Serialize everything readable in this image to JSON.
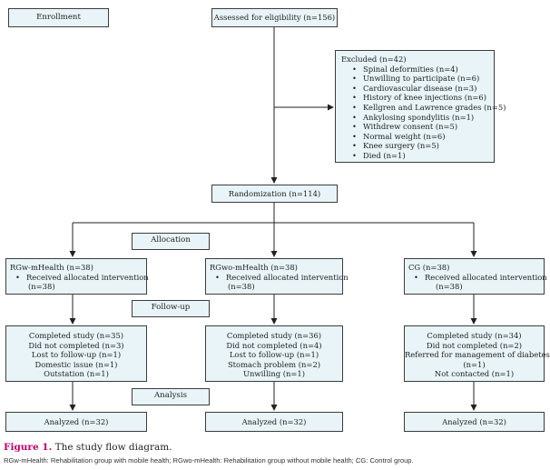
{
  "enrollment_label": "Enrollment",
  "assessed": "Assessed for eligibility (n=156)",
  "excluded": {
    "title": "Excluded (n=42)",
    "items": [
      "Spinal deformities (n=4)",
      "Unwilling to participate (n=6)",
      "Cardiovascular disease (n=3)",
      "History of knee injections (n=6)",
      "Kellgren and Lawrence grades (n=5)",
      "Ankylosing spondylitis (n=1)",
      "Withdrew consent (n=5)",
      "Normal weight (n=6)",
      "Knee surgery (n=5)",
      "Died (n=1)"
    ]
  },
  "randomization": "Randomization (n=114)",
  "stage_labels": {
    "allocation": "Allocation",
    "followup": "Follow-up",
    "analysis": "Analysis"
  },
  "groups": [
    {
      "allocation_title": "RGw-mHealth (n=38)",
      "allocation_item": "Received allocated intervention",
      "allocation_n": "(n=38)",
      "followup": [
        "Completed study (n=35)",
        "Did not completed (n=3)",
        "Lost to follow-up (n=1)",
        "Domestic issue (n=1)",
        "Outstation (n=1)"
      ],
      "analyzed": "Analyzed (n=32)"
    },
    {
      "allocation_title": "RGwo-mHealth (n=38)",
      "allocation_item": "Received allocated intervention",
      "allocation_n": "(n=38)",
      "followup": [
        "Completed study (n=36)",
        "Did not completed (n=4)",
        "Lost to follow-up (n=1)",
        "Stomach problem (n=2)",
        "Unwilling (n=1)"
      ],
      "analyzed": "Analyzed (n=32)"
    },
    {
      "allocation_title": "CG (n=38)",
      "allocation_item": "Received allocated intervention",
      "allocation_n": "(n=38)",
      "followup": [
        "Completed study (n=34)",
        "Did not completed (n=2)",
        "Referred for management of diabetes",
        "(n=1)",
        "Not contacted (n=1)"
      ],
      "analyzed": "Analyzed (n=32)"
    }
  ],
  "caption": {
    "figure_label": "Figure 1.",
    "text": "The study flow diagram."
  },
  "footnote": "RGw-mHealth: Rehabilitation group with mobile health; RGwo-mHealth: Rehabilitation group without mobile health; CG: Control group."
}
